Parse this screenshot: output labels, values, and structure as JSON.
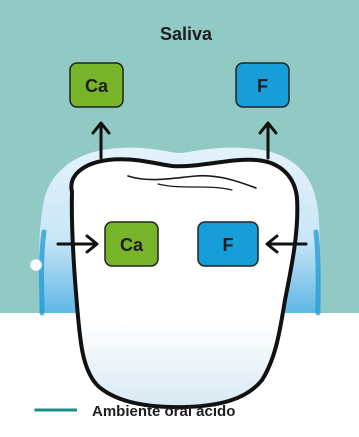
{
  "diagram": {
    "background_label": "Saliva",
    "caption": "Ambiente oral ácido",
    "outside_ions": [
      {
        "symbol": "Ca",
        "color": "#78b42a"
      },
      {
        "symbol": "F",
        "color": "#179ed8"
      }
    ],
    "inside_ions": [
      {
        "symbol": "Ca",
        "color": "#78b42a"
      },
      {
        "symbol": "F",
        "color": "#179ed8"
      }
    ],
    "colors": {
      "saliva": "#91c9c4",
      "biofilm_edge": "#1f9ad6",
      "tooth_outline": "#111111",
      "callout_line": "#1d8f86",
      "text": "#1e1e1e"
    }
  }
}
